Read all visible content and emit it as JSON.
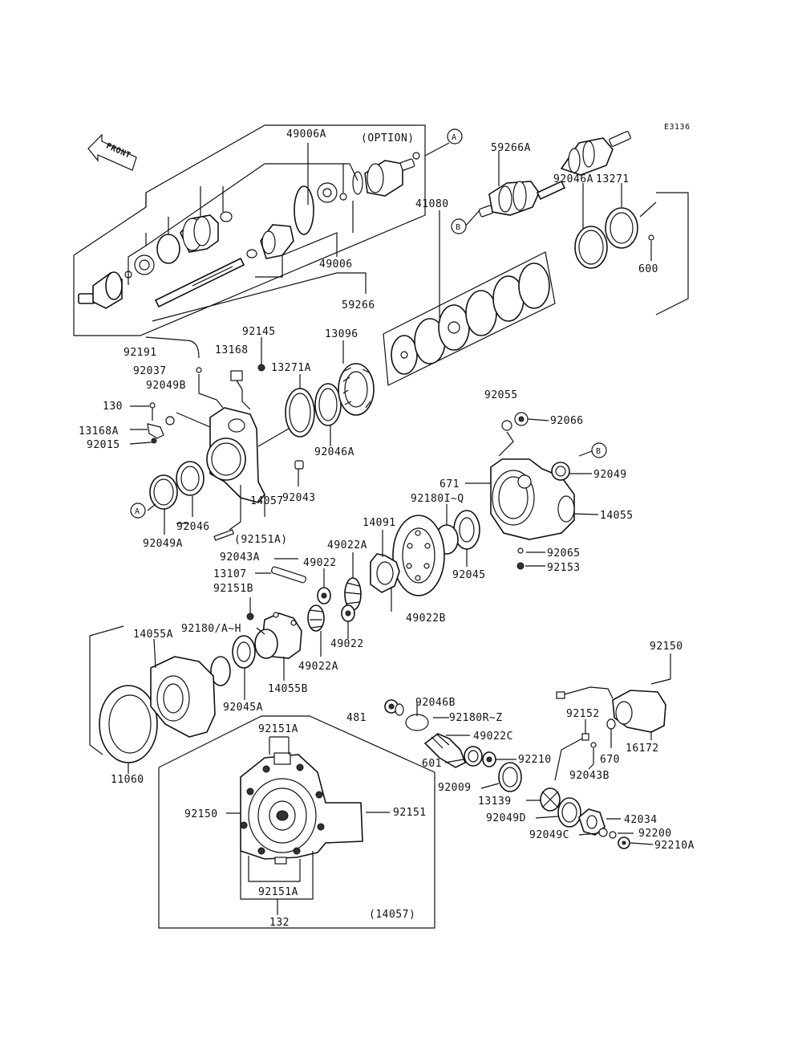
{
  "drawing_code": "E3136",
  "option_note": "(OPTION)",
  "front_label": "FRONT",
  "ref_marks": {
    "a": "A",
    "b": "B"
  },
  "labels": {
    "p49006A": "49006A",
    "p59266A": "59266A",
    "p13271": "13271",
    "p92046A_top": "92046A",
    "p600": "600",
    "p49006": "49006",
    "p59266": "59266",
    "p41080": "41080",
    "p92191": "92191",
    "p92145": "92145",
    "p13168": "13168",
    "p13096": "13096",
    "p92037": "92037",
    "p13271A": "13271A",
    "p92049B": "92049B",
    "p130": "130",
    "p13168A": "13168A",
    "p92015": "92015",
    "p92046A_mid": "92046A",
    "p92055": "92055",
    "p92066": "92066",
    "p92049": "92049",
    "p671": "671",
    "p92180IQ": "92180I~Q",
    "p14055": "14055",
    "p92043": "92043",
    "p14057": "14057",
    "p92046": "92046",
    "p92049A": "92049A",
    "p92151A_par": "(92151A)",
    "p14091": "14091",
    "p49022A_top": "49022A",
    "p92045": "92045",
    "p92065": "92065",
    "p92153": "92153",
    "p92043A": "92043A",
    "p13107": "13107",
    "p49022_top": "49022",
    "p92151B": "92151B",
    "p92180AH": "92180/A~H",
    "p49022B": "49022B",
    "p14055A": "14055A",
    "p49022_bot": "49022",
    "p49022A_bot": "49022A",
    "p14055B": "14055B",
    "p92045A": "92045A",
    "p92150_r": "92150",
    "p481": "481",
    "p92046B": "92046B",
    "p92180RZ": "92180R~Z",
    "p92151A_top": "92151A",
    "p49022C": "49022C",
    "p92152": "92152",
    "p16172": "16172",
    "p670": "670",
    "p601": "601",
    "p92210": "92210",
    "p92043B": "92043B",
    "p92009": "92009",
    "p11060": "11060",
    "p92150_l": "92150",
    "p92151": "92151",
    "p13139": "13139",
    "p42034": "42034",
    "p92049D": "92049D",
    "p92200": "92200",
    "p92049C": "92049C",
    "p92210A": "92210A",
    "p92151A_bot": "92151A",
    "p132": "132",
    "p14057_par": "(14057)"
  }
}
